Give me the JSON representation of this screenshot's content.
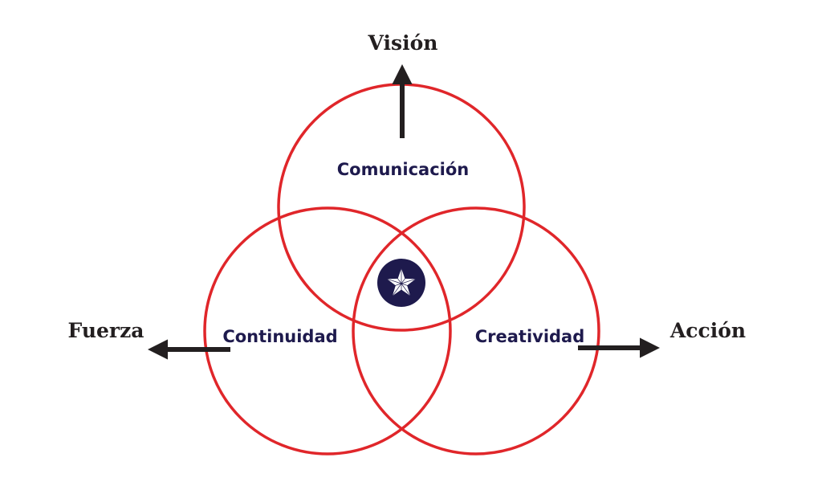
{
  "diagram": {
    "circles": {
      "top": {
        "label": "Comunicación"
      },
      "left": {
        "label": "Continuidad"
      },
      "right": {
        "label": "Creatividad"
      }
    },
    "directions": {
      "up": {
        "label": "Visión"
      },
      "left": {
        "label": "Fuerza"
      },
      "right": {
        "label": "Acción"
      }
    },
    "center_icon": "star-icon",
    "colors": {
      "circle_stroke": "#e0262a",
      "circle_label": "#1e1a4d",
      "arrow": "#231f20",
      "outer_label": "#231f20",
      "center_badge": "#1e1a4d",
      "star": "#ffffff"
    }
  }
}
